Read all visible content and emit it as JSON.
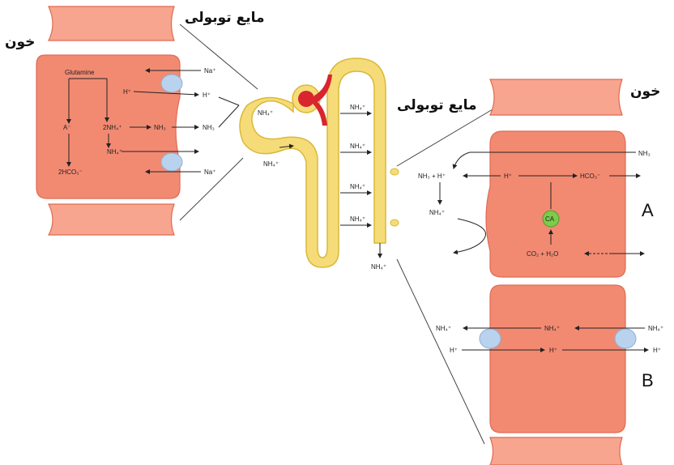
{
  "labels": {
    "blood_left": "خون",
    "tubular_fluid_top": "مایع توبولی",
    "tubular_fluid_right": "مایع توبولی",
    "blood_right": "خون",
    "cell_a": "A",
    "cell_b": "B"
  },
  "left_cell": {
    "glutamine": "Glutamine",
    "a_minus": "A⁻",
    "nh4_2": "2NH₄⁺",
    "nh4": "NH₄⁺",
    "hco3_2": "2HCO₃⁻",
    "nh3_mid": "NH₃",
    "na_top": "Na⁺",
    "h_plus": "H⁺",
    "h_plus_out": "H⁺",
    "nh3_out": "NH₃",
    "na_bottom": "Na⁺"
  },
  "nephron": {
    "nh4_left1": "NH₄⁺",
    "nh4_left2": "NH₄⁺",
    "nh4_r1": "NH₄⁺",
    "nh4_r2": "NH₄⁺",
    "nh4_r3": "NH₄⁺",
    "nh4_r4": "NH₄⁺",
    "nh4_bottom": "NH₄⁺"
  },
  "cell_a": {
    "nh3_top": "NH₃",
    "nh3_plus_h": "NH₃ + H⁺",
    "h_plus": "H⁺",
    "hco3": "HCO₃⁻",
    "nh4": "NH₄⁺",
    "ca": "CA",
    "co2_h2o": "CO₂ + H₂O"
  },
  "cell_b": {
    "nh4_left": "NH₄⁺",
    "nh4_mid": "NH₄⁺",
    "nh4_right": "NH₄⁺",
    "h_left": "H⁺",
    "h_mid": "H⁺",
    "h_right": "H⁺"
  },
  "colors": {
    "cell": "#f28a72",
    "tubule": "#f6dc78",
    "glomerulus": "#d9252e",
    "transporter": "#b9d3ee",
    "enzyme": "#7ccb4a"
  }
}
